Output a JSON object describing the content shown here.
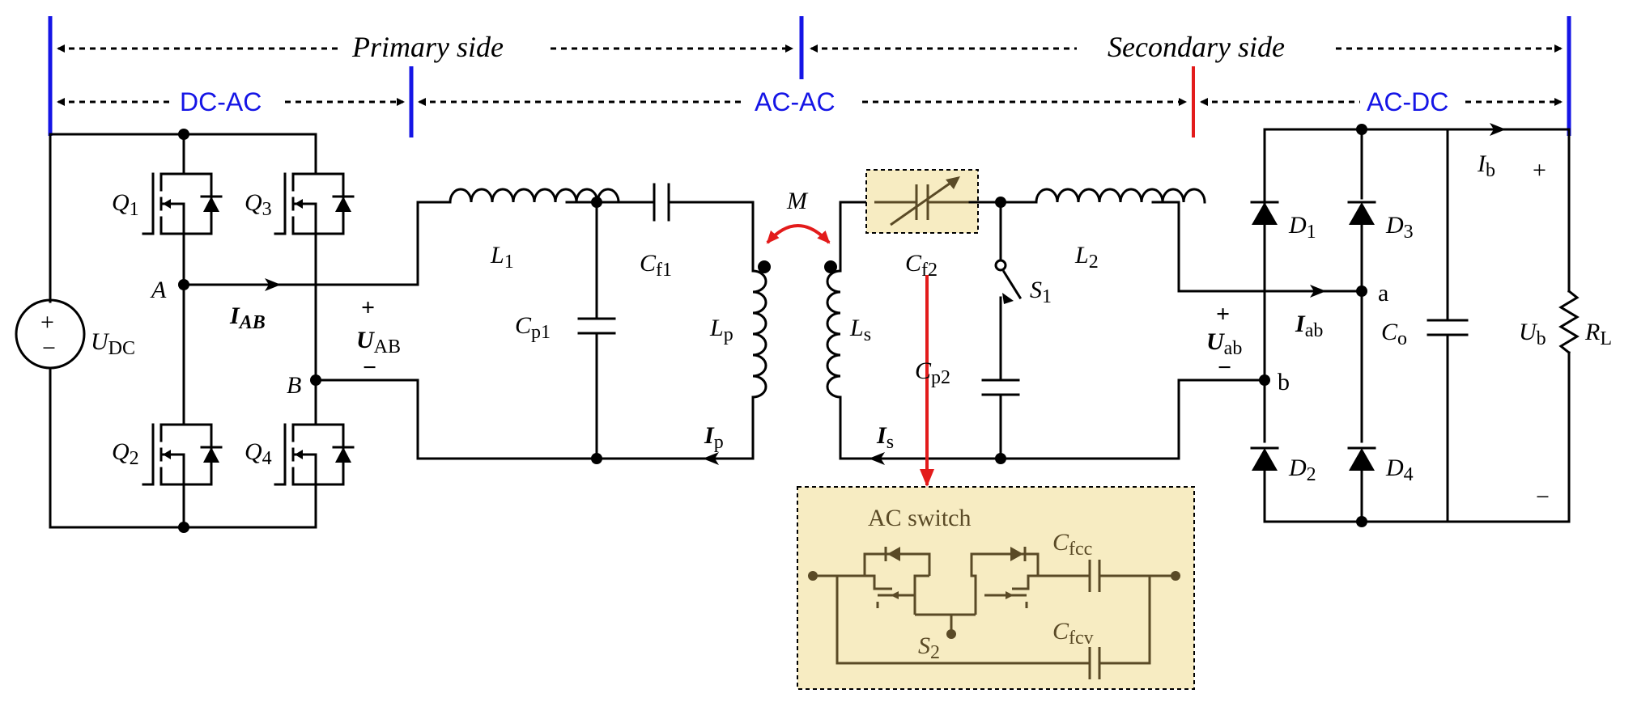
{
  "colors": {
    "section_lines": "#1515e6",
    "boundary_secondary": "#e31b1b",
    "inset_fill": "#f7ecc2",
    "inset_stroke": "#5a4a26",
    "arrow": "#e31b1b"
  },
  "sides": {
    "primary": "Primary side",
    "secondary": "Secondary side"
  },
  "stages": {
    "dc_ac": "DC-AC",
    "ac_ac": "AC-AC",
    "ac_dc": "AC-DC"
  },
  "switches": {
    "q1": {
      "main": "Q",
      "sub": "1"
    },
    "q2": {
      "main": "Q",
      "sub": "2"
    },
    "q3": {
      "main": "Q",
      "sub": "3"
    },
    "q4": {
      "main": "Q",
      "sub": "4"
    },
    "s1": {
      "main": "S",
      "sub": "1"
    },
    "s2": {
      "main": "S",
      "sub": "2"
    }
  },
  "nodes": {
    "a_upper": "A",
    "b_upper": "B",
    "a_lower": "a",
    "b_lower": "b"
  },
  "source": {
    "main": "U",
    "sub": "DC",
    "plus": "+",
    "minus": "−"
  },
  "inductors": {
    "l1": {
      "main": "L",
      "sub": "1"
    },
    "l2": {
      "main": "L",
      "sub": "2"
    },
    "lp": {
      "main": "L",
      "sub": "p"
    },
    "ls": {
      "main": "L",
      "sub": "s"
    }
  },
  "capacitors": {
    "cf1": {
      "main": "C",
      "sub": "f1"
    },
    "cf2": {
      "main": "C",
      "sub": "f2"
    },
    "cp1": {
      "main": "C",
      "sub": "p1"
    },
    "cp2": {
      "main": "C",
      "sub": "p2"
    },
    "co": {
      "main": "C",
      "sub": "o"
    },
    "cfcc": {
      "main": "C",
      "sub": "fcc"
    },
    "cfcv": {
      "main": "C",
      "sub": "fcv"
    }
  },
  "mutual": "M",
  "currents": {
    "iab_upper": {
      "main": "I",
      "sub": "AB"
    },
    "ip": {
      "main": "I",
      "sub": "p"
    },
    "is": {
      "main": "I",
      "sub": "s"
    },
    "iab_lower": {
      "main": "I",
      "sub": "ab"
    },
    "ib": {
      "main": "I",
      "sub": "b"
    }
  },
  "voltages": {
    "uab_upper": {
      "main": "U",
      "sub": "AB",
      "plus": "+",
      "minus": "−"
    },
    "uab_lower": {
      "main": "U",
      "sub": "ab",
      "plus": "+",
      "minus": "−"
    },
    "ub": {
      "main": "U",
      "sub": "b",
      "plus": "+",
      "minus": "−"
    }
  },
  "diodes": {
    "d1": {
      "main": "D",
      "sub": "1"
    },
    "d2": {
      "main": "D",
      "sub": "2"
    },
    "d3": {
      "main": "D",
      "sub": "3"
    },
    "d4": {
      "main": "D",
      "sub": "4"
    }
  },
  "load": {
    "main": "R",
    "sub": "L"
  },
  "inset": {
    "title": "AC switch"
  }
}
